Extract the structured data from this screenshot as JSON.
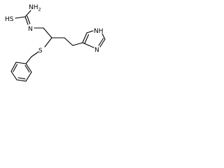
{
  "molecule": {
    "atom_labels": {
      "amine": "NH",
      "amine_subscript": "2",
      "thiol": "HS",
      "imine_nitrogen": "N",
      "thioether_sulfur": "S",
      "imidazole_nh": "NH",
      "imidazole_n": "N"
    }
  }
}
